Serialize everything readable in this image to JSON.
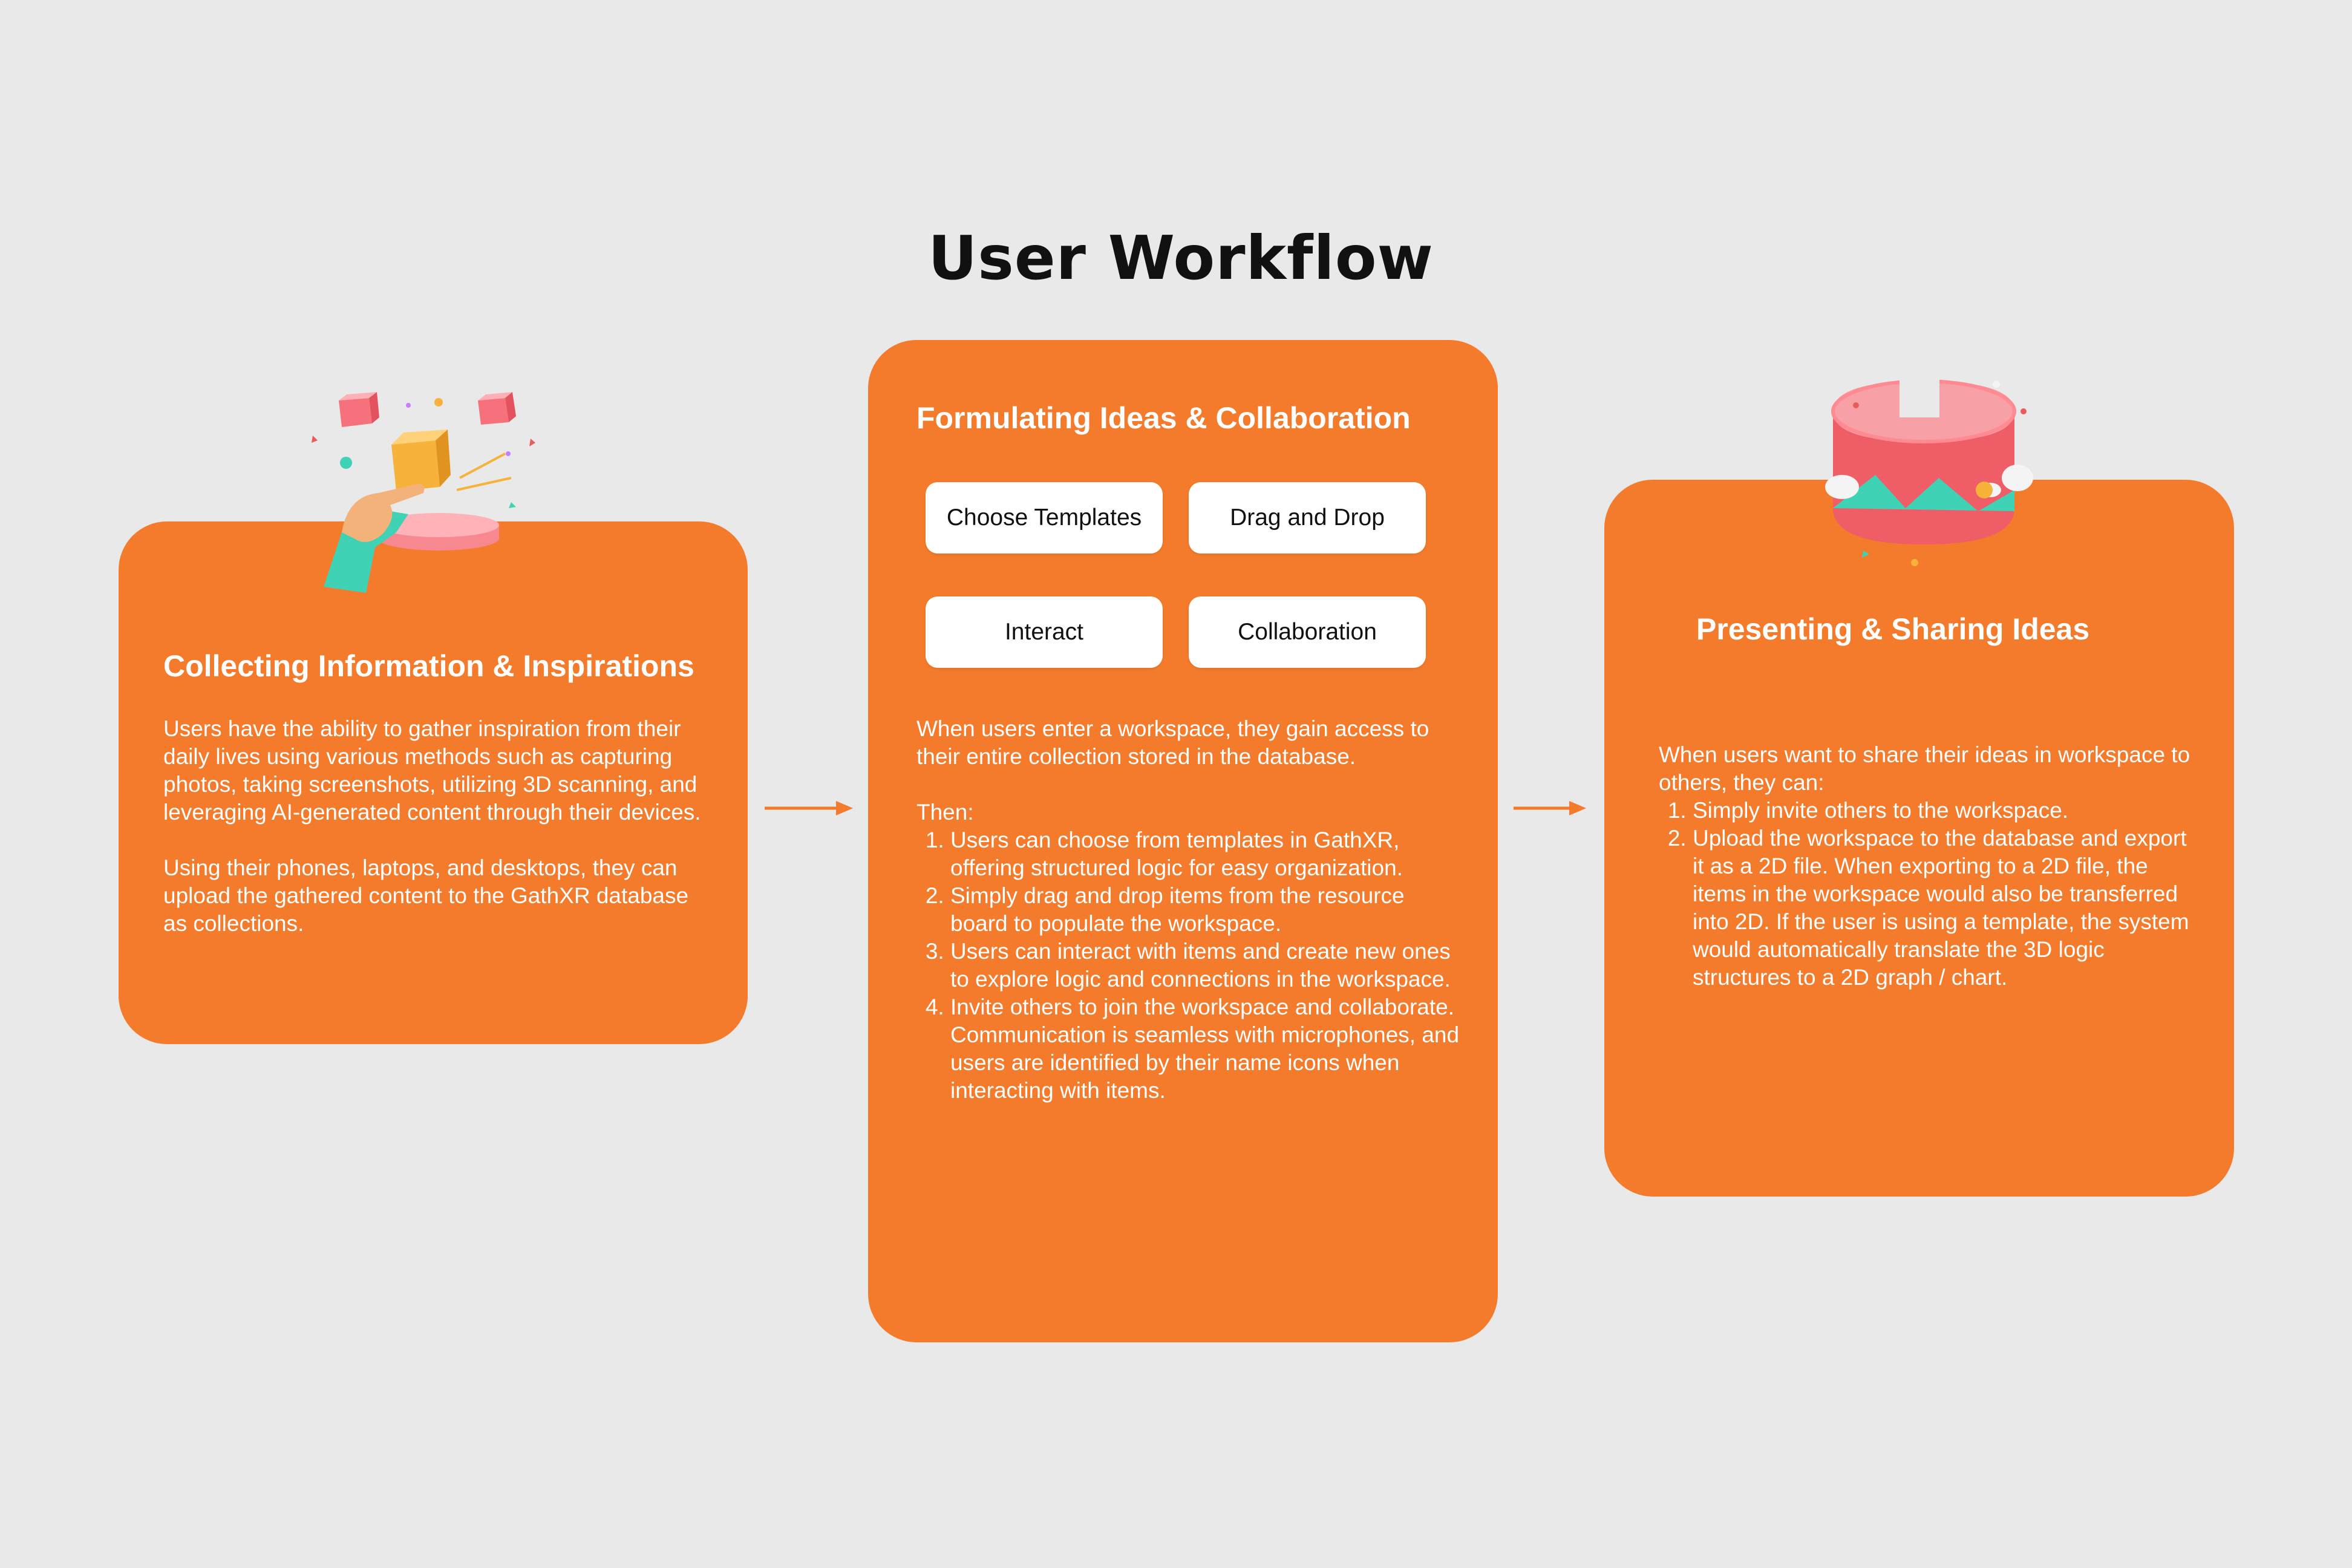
{
  "title": "User Workflow",
  "colors": {
    "accent": "#f37b2b",
    "background": "#e9e9e9",
    "text": "#ffffff"
  },
  "steps": [
    {
      "title": "Collecting Information & Inspirations",
      "paragraphs": [
        "Users have the ability to gather inspiration from their daily lives using various methods such as capturing photos, taking screenshots, utilizing 3D scanning, and leveraging AI-generated content through their devices.",
        "Using their phones, laptops, and desktops, they can upload the gathered content to the GathXR database as collections."
      ],
      "illustration": "hand-touching-cube-icon"
    },
    {
      "title": "Formulating Ideas & Collaboration",
      "chips": [
        "Choose Templates",
        "Drag and Drop",
        "Interact",
        "Collaboration"
      ],
      "intro": "When users enter a workspace, they gain access to their entire collection stored in the database.",
      "then_label": "Then:",
      "items": [
        "Users can choose from templates in GathXR, offering structured logic for easy organization.",
        "Simply drag and drop items from the resource board to populate the workspace.",
        "Users can interact with items and create new ones to explore logic and connections in the workspace.",
        "Invite others to join the workspace and collaborate. Communication is seamless with microphones, and users are identified by their name icons when interacting with items."
      ]
    },
    {
      "title": "Presenting & Sharing Ideas",
      "intro": "When users want to share their ideas in workspace to others, they can:",
      "items": [
        "Simply invite others to the workspace.",
        "Upload the workspace to the database and export it as a 2D file. When exporting to a 2D file, the items in the workspace would also be transferred into 2D. If the user is using a template, the system would automatically translate the 3D logic structures to a 2D graph / chart."
      ],
      "illustration": "cylinder-chart-icon"
    }
  ]
}
